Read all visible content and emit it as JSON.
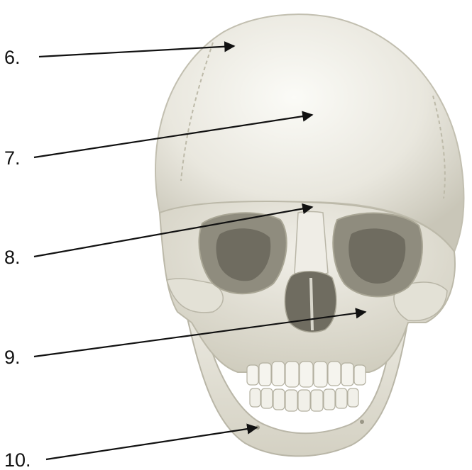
{
  "diagram": {
    "labels": [
      {
        "id": "label-6",
        "text": "6."
      },
      {
        "id": "label-7",
        "text": "7."
      },
      {
        "id": "label-8",
        "text": "8."
      },
      {
        "id": "label-9",
        "text": "9."
      },
      {
        "id": "label-10",
        "text": "10."
      }
    ]
  },
  "colors": {
    "bone_light": "#f4f3ee",
    "bone_mid": "#dedcd1",
    "bone_shadow": "#b7b4a4",
    "cavity": "#6f6c60",
    "arrow": "#111111"
  }
}
